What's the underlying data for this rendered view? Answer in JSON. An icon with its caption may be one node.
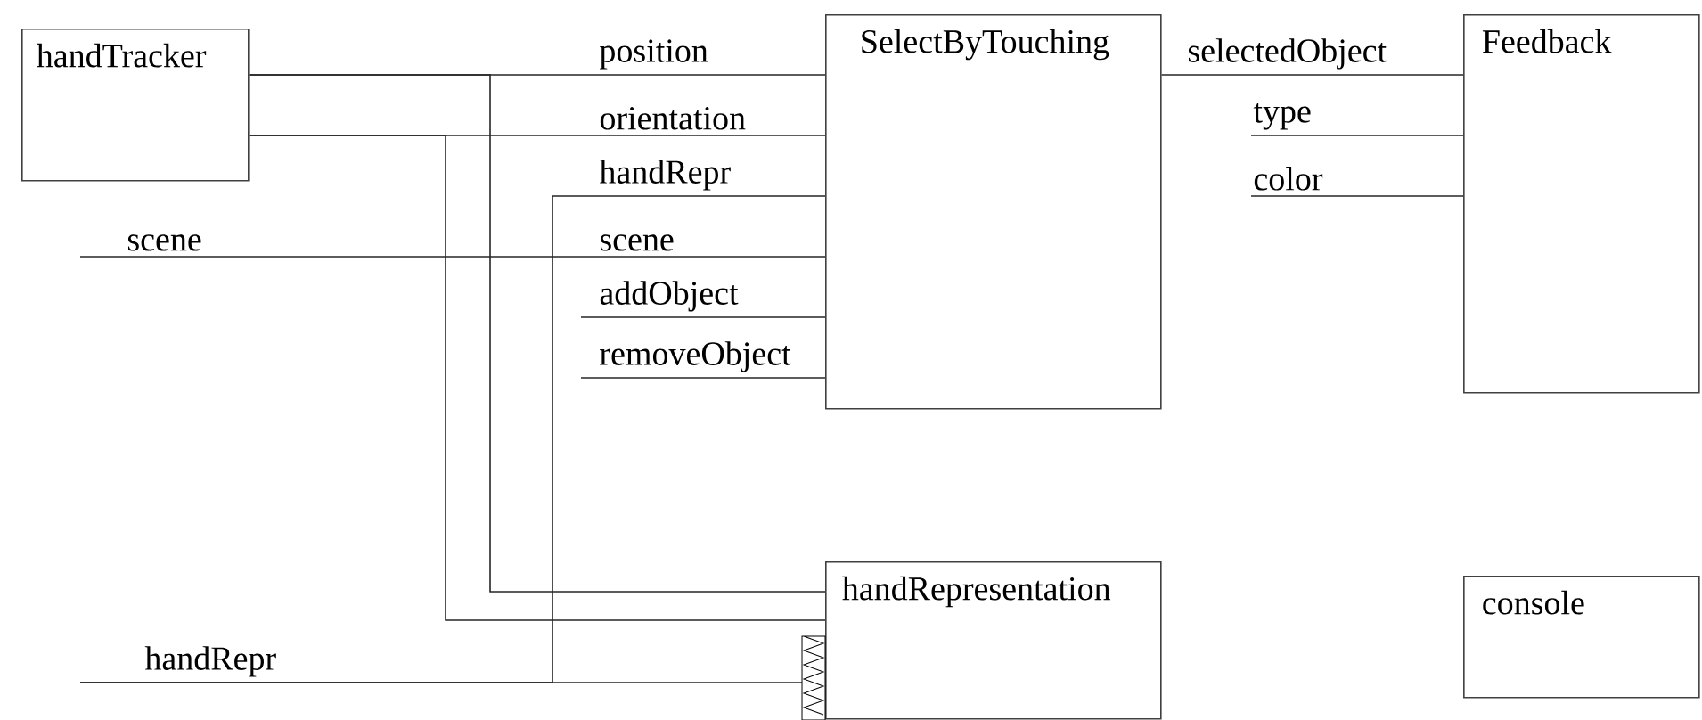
{
  "diagram": {
    "nodes": [
      {
        "text": [
          "handTracker"
        ]
      },
      {
        "text": [
          "SelectByTouching"
        ]
      },
      {
        "text": [
          "Feedback"
        ]
      },
      {
        "text": [
          "handRepresentation"
        ]
      },
      {
        "text": [
          "console"
        ]
      }
    ],
    "edges": [
      {
        "from": 0,
        "to": 1,
        "arrow": "none",
        "label": "position"
      },
      {
        "from": 0,
        "to": 1,
        "arrow": "none",
        "label": "orientation"
      },
      {
        "from": null,
        "to": 1,
        "arrow": "none",
        "label": "handRepr"
      },
      {
        "from": null,
        "to": 1,
        "arrow": "none",
        "label": "scene"
      },
      {
        "from": null,
        "to": 1,
        "arrow": "none",
        "label": "addObject"
      },
      {
        "from": null,
        "to": 1,
        "arrow": "none",
        "label": "removeObject"
      },
      {
        "from": 1,
        "to": 2,
        "arrow": "none",
        "label": "selectedObject"
      },
      {
        "from": null,
        "to": 2,
        "arrow": "none",
        "label": "type"
      },
      {
        "from": null,
        "to": 2,
        "arrow": "none",
        "label": "color"
      },
      {
        "from": 0,
        "to": 3,
        "arrow": "none"
      },
      {
        "from": 0,
        "to": 3,
        "arrow": "none"
      },
      {
        "from": null,
        "to": 3,
        "arrow": "none",
        "label": "handRepr"
      }
    ],
    "labels": [
      "scene"
    ]
  }
}
